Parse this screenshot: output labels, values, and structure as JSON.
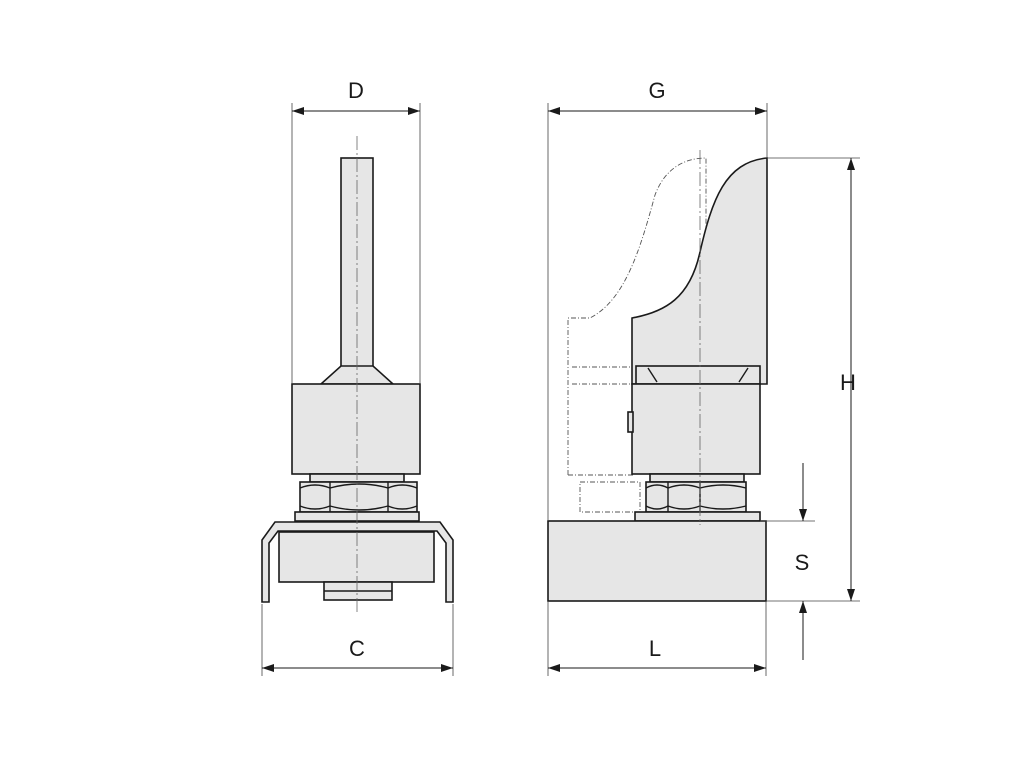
{
  "dimensions": {
    "d": "D",
    "g": "G",
    "h": "H",
    "s": "S",
    "c": "C",
    "l": "L"
  },
  "colors": {
    "part_fill": "#e6e6e6",
    "stroke": "#1a1a1a",
    "background": "#ffffff"
  }
}
